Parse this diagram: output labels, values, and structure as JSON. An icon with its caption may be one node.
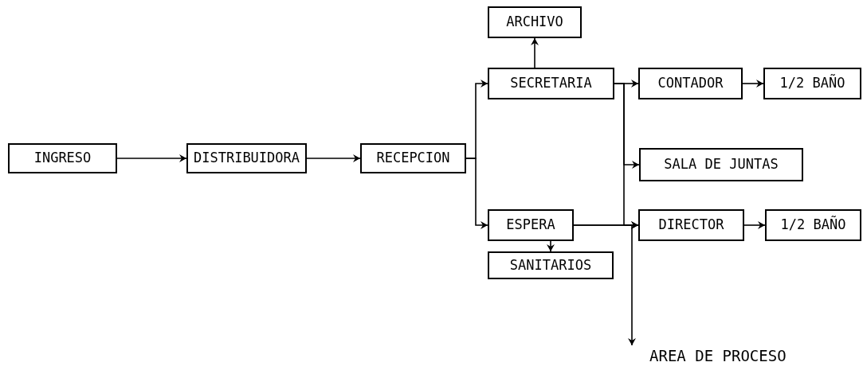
{
  "diagram": {
    "nodes": [
      {
        "text": [
          "INGRESO"
        ]
      },
      {
        "text": [
          "DISTRIBUIDORA"
        ]
      },
      {
        "text": [
          "RECEPCION"
        ]
      },
      {
        "text": [
          "ARCHIVO"
        ]
      },
      {
        "text": [
          "SECRETARIA"
        ]
      },
      {
        "text": [
          "CONTADOR"
        ]
      },
      {
        "text": [
          "1/2 BAÑO"
        ]
      },
      {
        "text": [
          "SALA DE JUNTAS"
        ]
      },
      {
        "text": [
          "ESPERA"
        ]
      },
      {
        "text": [
          "DIRECTOR"
        ]
      },
      {
        "text": [
          "1/2 BAÑO"
        ]
      },
      {
        "text": [
          "SANITARIOS"
        ]
      },
      {
        "text": [
          "AREA DE PROCESO"
        ]
      }
    ],
    "edges": [
      {
        "from": 0,
        "to": 1,
        "arrow": "to"
      },
      {
        "from": 1,
        "to": 2,
        "arrow": "to"
      },
      {
        "from": 2,
        "to": 4,
        "arrow": "to"
      },
      {
        "from": 2,
        "to": 8,
        "arrow": "to"
      },
      {
        "from": 4,
        "to": 3,
        "arrow": "to"
      },
      {
        "from": 4,
        "to": 5,
        "arrow": "to"
      },
      {
        "from": 4,
        "to": 7,
        "arrow": "to"
      },
      {
        "from": 4,
        "to": 9,
        "arrow": "to"
      },
      {
        "from": 8,
        "to": 9,
        "arrow": "to"
      },
      {
        "from": 8,
        "to": 11,
        "arrow": "to"
      },
      {
        "from": 8,
        "to": 12,
        "arrow": "to"
      },
      {
        "from": 5,
        "to": 6,
        "arrow": "to"
      },
      {
        "from": 9,
        "to": 10,
        "arrow": "to"
      }
    ]
  }
}
